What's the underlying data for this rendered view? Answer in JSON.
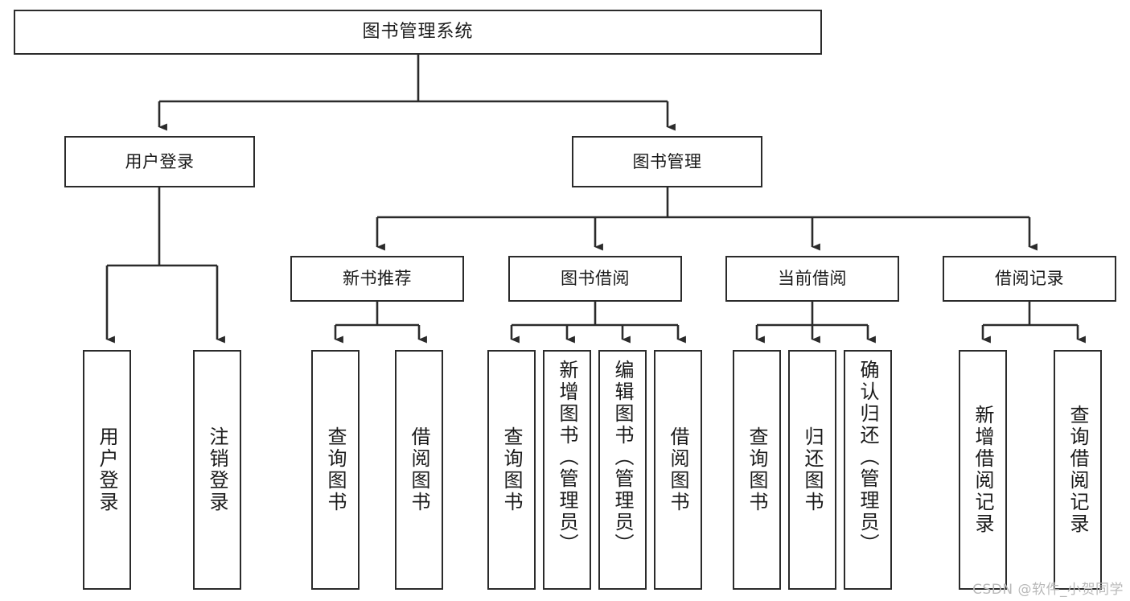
{
  "diagram": {
    "title": "图书管理系统",
    "type": "tree",
    "stroke_color": "#2b2b2b",
    "fill_color": "#ffffff",
    "text_color": "#1a1a1a",
    "nodes": {
      "root": {
        "label": "图书管理系统"
      },
      "level2": [
        {
          "id": "user-login",
          "label": "用户登录"
        },
        {
          "id": "book-manage",
          "label": "图书管理"
        }
      ],
      "level3": [
        {
          "id": "new-book-recommend",
          "label": "新书推荐"
        },
        {
          "id": "book-borrow",
          "label": "图书借阅"
        },
        {
          "id": "current-borrow",
          "label": "当前借阅"
        },
        {
          "id": "borrow-record",
          "label": "借阅记录"
        }
      ],
      "leaves": [
        {
          "id": "leaf-user-login",
          "label": "用户登录",
          "parent": "user-login"
        },
        {
          "id": "leaf-logout",
          "label": "注销登录",
          "parent": "user-login"
        },
        {
          "id": "leaf-query-book-1",
          "label": "查询图书",
          "parent": "new-book-recommend"
        },
        {
          "id": "leaf-borrow-book-1",
          "label": "借阅图书",
          "parent": "new-book-recommend"
        },
        {
          "id": "leaf-query-book-2",
          "label": "查询图书",
          "parent": "book-borrow"
        },
        {
          "id": "leaf-add-book",
          "label": "新增图书（管理员）",
          "parent": "book-borrow"
        },
        {
          "id": "leaf-edit-book",
          "label": "编辑图书（管理员）",
          "parent": "book-borrow"
        },
        {
          "id": "leaf-borrow-book-2",
          "label": "借阅图书",
          "parent": "book-borrow"
        },
        {
          "id": "leaf-query-book-3",
          "label": "查询图书",
          "parent": "current-borrow"
        },
        {
          "id": "leaf-return-book",
          "label": "归还图书",
          "parent": "current-borrow"
        },
        {
          "id": "leaf-confirm-return",
          "label": "确认归还（管理员）",
          "parent": "current-borrow"
        },
        {
          "id": "leaf-add-record",
          "label": "新增借阅记录",
          "parent": "borrow-record"
        },
        {
          "id": "leaf-query-record",
          "label": "查询借阅记录",
          "parent": "borrow-record"
        }
      ]
    }
  },
  "watermark": {
    "text": "CSDN @软件_小贺同学"
  }
}
